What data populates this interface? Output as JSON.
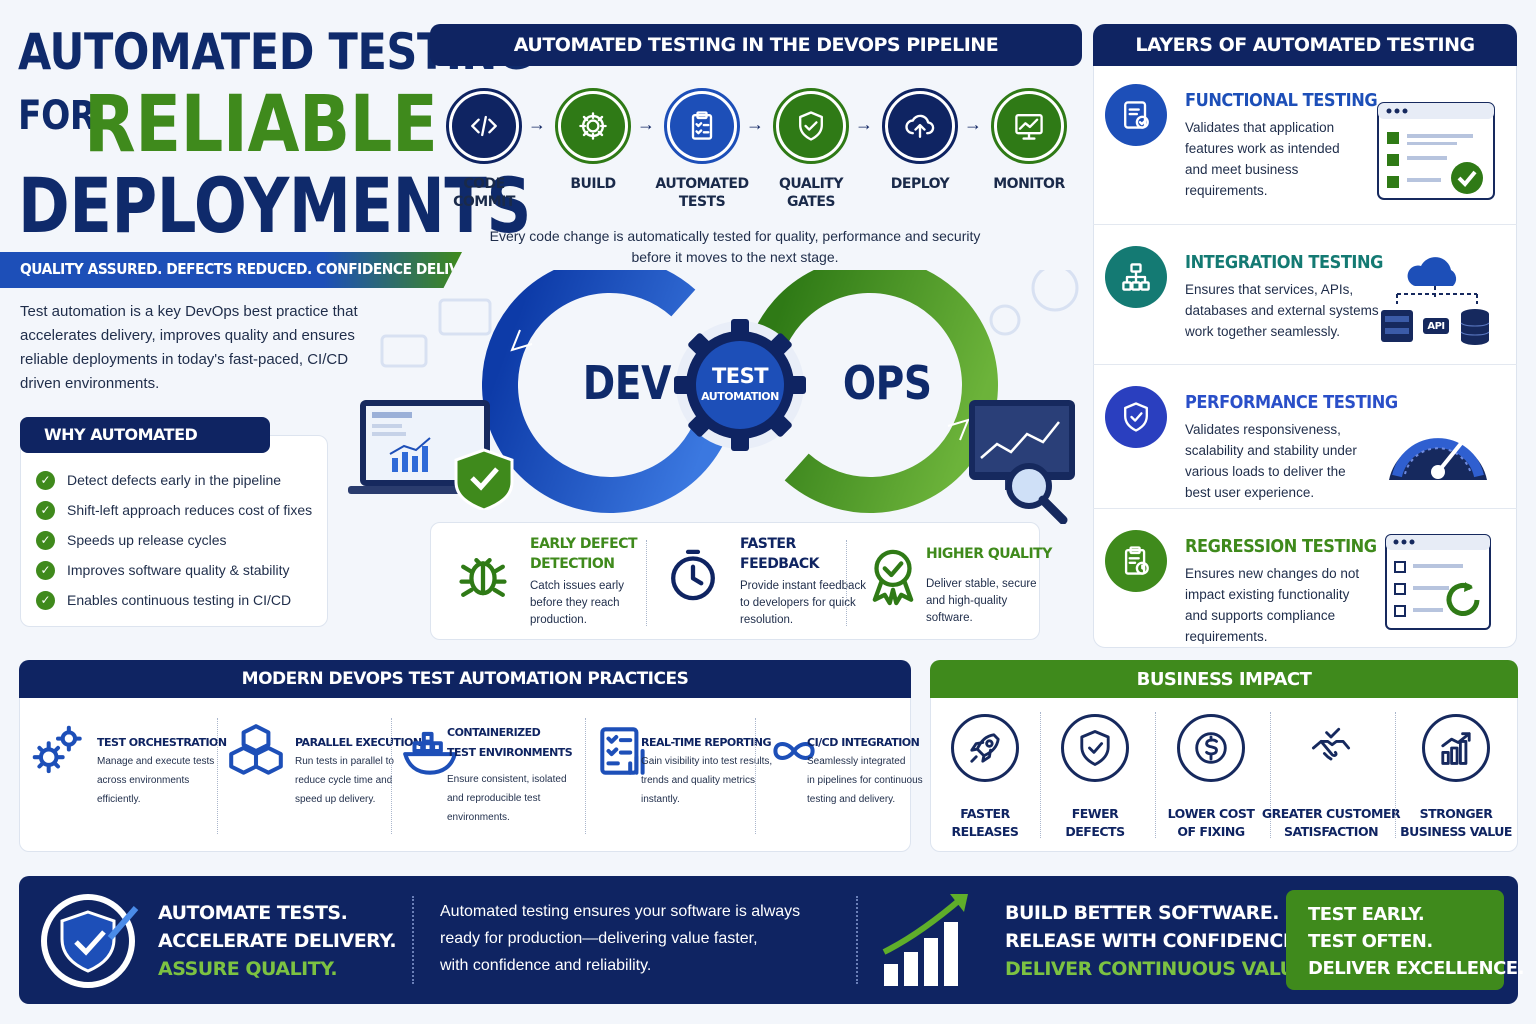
{
  "title": {
    "line1": "AUTOMATED TESTING",
    "for": "FOR",
    "reliable": "RELIABLE",
    "line3": "DEPLOYMENTS"
  },
  "tagline": "QUALITY ASSURED. DEFECTS REDUCED. CONFIDENCE DELIVERED.",
  "intro": "Test automation is a key DevOps best practice that accelerates delivery, improves quality and ensures reliable deployments in today's fast-paced, CI/CD driven environments.",
  "why": {
    "title": "WHY AUTOMATED TESTING?",
    "items": [
      "Detect defects early in the pipeline",
      "Shift-left approach reduces cost of fixes",
      "Speeds up release cycles",
      "Improves software quality & stability",
      "Enables continuous testing in CI/CD"
    ]
  },
  "pipeline": {
    "title": "AUTOMATED TESTING IN THE DEVOPS PIPELINE",
    "steps": [
      {
        "l1": "CODE",
        "l2": "COMMIT",
        "icon": "code-icon"
      },
      {
        "l1": "BUILD",
        "l2": "",
        "icon": "gear-icon"
      },
      {
        "l1": "AUTOMATED",
        "l2": "TESTS",
        "icon": "clipboard-icon"
      },
      {
        "l1": "QUALITY",
        "l2": "GATES",
        "icon": "shield-check-icon"
      },
      {
        "l1": "DEPLOY",
        "l2": "",
        "icon": "cloud-upload-icon"
      },
      {
        "l1": "MONITOR",
        "l2": "",
        "icon": "monitor-chart-icon"
      }
    ],
    "caption1": "Every code change is automatically tested for quality, performance and security",
    "caption2": "before it moves to the next stage.",
    "loop": {
      "dev": "DEV",
      "ops": "OPS",
      "center1": "TEST",
      "center2": "AUTOMATION"
    },
    "benefits": [
      {
        "t1": "EARLY DEFECT",
        "t2": "DETECTION",
        "d": [
          "Catch issues early",
          "before they reach",
          "production."
        ]
      },
      {
        "t1": "FASTER",
        "t2": "FEEDBACK",
        "d": [
          "Provide instant feedback",
          "to developers for quick",
          "resolution."
        ]
      },
      {
        "t1": "HIGHER QUALITY",
        "t2": "",
        "d": [
          "Deliver stable, secure",
          "and high-quality",
          "software."
        ]
      }
    ]
  },
  "layers": {
    "title": "LAYERS OF AUTOMATED TESTING",
    "items": [
      {
        "title": "FUNCTIONAL TESTING",
        "d": [
          "Validates that application",
          "features work as intended",
          "and meet business",
          "requirements."
        ]
      },
      {
        "title": "INTEGRATION TESTING",
        "d": [
          "Ensures that services, APIs,",
          "databases and external systems",
          "work together seamlessly."
        ],
        "api": "API"
      },
      {
        "title": "PERFORMANCE TESTING",
        "d": [
          "Validates responsiveness,",
          "scalability and stability under",
          "various loads to deliver the",
          "best user experience."
        ]
      },
      {
        "title": "REGRESSION TESTING",
        "d": [
          "Ensures new changes do not",
          "impact existing functionality",
          "and supports compliance",
          "requirements."
        ]
      }
    ]
  },
  "practices": {
    "title": "MODERN DEVOPS TEST AUTOMATION PRACTICES",
    "items": [
      {
        "t1": "TEST ORCHESTRATION",
        "t2": "",
        "d": [
          "Manage and execute tests",
          "across environments",
          "efficiently."
        ]
      },
      {
        "t1": "PARALLEL EXECUTION",
        "t2": "",
        "d": [
          "Run tests in parallel to",
          "reduce cycle time and",
          "speed up delivery."
        ]
      },
      {
        "t1": "CONTAINERIZED",
        "t2": "TEST ENVIRONMENTS",
        "d": [
          "Ensure consistent, isolated",
          "and reproducible test",
          "environments."
        ]
      },
      {
        "t1": "REAL-TIME REPORTING",
        "t2": "",
        "d": [
          "Gain visibility into test results,",
          "trends and quality metrics",
          "instantly."
        ]
      },
      {
        "t1": "CI/CD INTEGRATION",
        "t2": "",
        "d": [
          "Seamlessly integrated",
          "in pipelines for continuous",
          "testing and delivery."
        ]
      }
    ]
  },
  "impact": {
    "title": "BUSINESS IMPACT",
    "items": [
      {
        "l1": "FASTER",
        "l2": "RELEASES"
      },
      {
        "l1": "FEWER",
        "l2": "DEFECTS"
      },
      {
        "l1": "LOWER COST",
        "l2": "OF FIXING"
      },
      {
        "l1": "GREATER CUSTOMER",
        "l2": "SATISFACTION"
      },
      {
        "l1": "STRONGER",
        "l2": "BUSINESS VALUE"
      }
    ]
  },
  "footer": {
    "a1": "AUTOMATE TESTS.",
    "a2": "ACCELERATE DELIVERY.",
    "a3": "ASSURE QUALITY.",
    "m1": "Automated testing ensures your software is always",
    "m2": "ready for production—delivering value faster,",
    "m3": "with confidence and reliability.",
    "b1": "BUILD BETTER SOFTWARE.",
    "b2": "RELEASE WITH CONFIDENCE.",
    "b3": "DELIVER CONTINUOUS VALUE.",
    "c1": "TEST EARLY.",
    "c2": "TEST OFTEN.",
    "c3": "DELIVER EXCELLENCE."
  },
  "colors": {
    "navy": "#0f2462",
    "blue": "#1d4fb8",
    "green": "#3f8a1c",
    "teal": "#147a73"
  }
}
